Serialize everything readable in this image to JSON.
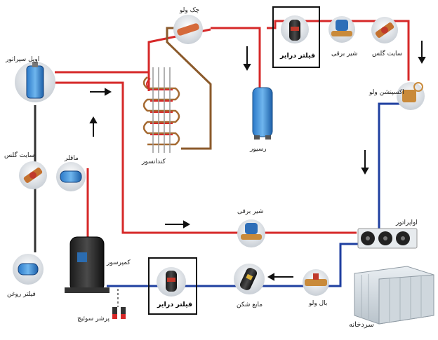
{
  "labels": {
    "check_valve": "چک ولو",
    "oil_separator": "اویل سپراتور",
    "sight_glass_left": "سایت گلس",
    "muffler": "ماقلر",
    "oil_filter": "فیلتر روغن",
    "compressor": "کمپرسور",
    "pressure_switch": "پرشر سوئیچ",
    "filter_drier_bottom": "فیلتر درایر",
    "condenser": "کندانسور",
    "receiver": "رسیور",
    "filter_drier_top": "فیلتر درایر",
    "solenoid_valve_top": "شیر برقی",
    "sight_glass_right": "سایت گلس",
    "expansion_valve": "اکسپنشن ولو",
    "solenoid_valve_middle": "شیر برقی",
    "evaporator": "اواپراتور",
    "ball_valve": "بال ولو",
    "liquid_separator": "مایع شکن",
    "cold_room": "سردخانه"
  },
  "colors": {
    "hot_line": "#d62828",
    "cold_line": "#1f3fa0",
    "drain_line": "#8b5a2b",
    "neutral_line": "#333333"
  }
}
